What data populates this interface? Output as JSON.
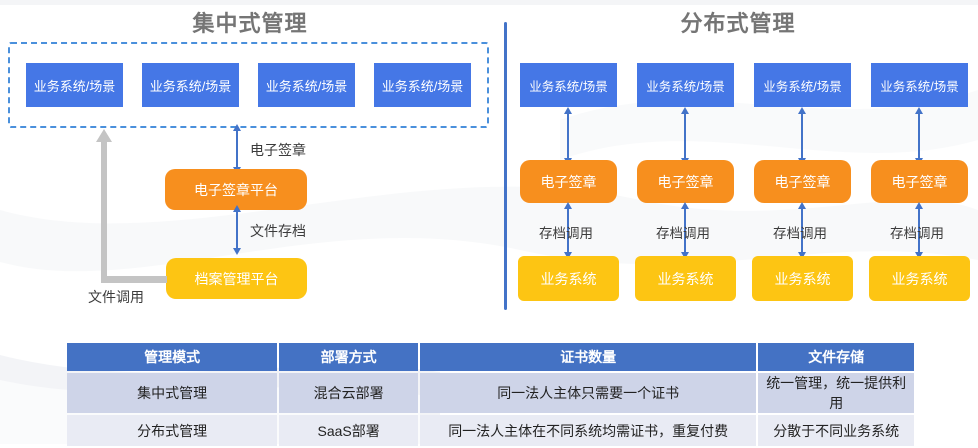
{
  "left": {
    "title": "集中式管理",
    "scenario_boxes": [
      "业务系统/场景",
      "业务系统/场景",
      "业务系统/场景",
      "业务系统/场景"
    ],
    "esign_arrow_label": "电子签章",
    "esign_platform_label": "电子签章平台",
    "archive_arrow_label": "文件存档",
    "archive_platform_label": "档案管理平台",
    "file_call_label": "文件调用"
  },
  "right": {
    "title": "分布式管理",
    "columns": [
      {
        "scenario": "业务系统/场景",
        "esign": "电子签章",
        "archive_call": "存档调用",
        "system": "业务系统"
      },
      {
        "scenario": "业务系统/场景",
        "esign": "电子签章",
        "archive_call": "存档调用",
        "system": "业务系统"
      },
      {
        "scenario": "业务系统/场景",
        "esign": "电子签章",
        "archive_call": "存档调用",
        "system": "业务系统"
      },
      {
        "scenario": "业务系统/场景",
        "esign": "电子签章",
        "archive_call": "存档调用",
        "system": "业务系统"
      }
    ]
  },
  "table": {
    "headers": [
      "管理模式",
      "部署方式",
      "证书数量",
      "文件存储"
    ],
    "rows": [
      [
        "集中式管理",
        "混合云部署",
        "同一法人主体只需要一个证书",
        "统一管理，统一提供利用"
      ],
      [
        "分布式管理",
        "SaaS部署",
        "同一法人主体在不同系统均需证书，重复付费",
        "分散于不同业务系统"
      ]
    ]
  },
  "colors": {
    "box_blue": "#4577e6",
    "box_orange": "#f78f1e",
    "box_yellow": "#fdc513",
    "arrow_blue": "#4373c8",
    "arrow_gray": "#c4c4c4",
    "dashed_border_blue": "#4a90dc",
    "divider_blue": "#4373c8",
    "table_header_blue": "#4472c4",
    "table_row1_bg": "#ced4e8",
    "table_row2_bg": "#e9ebf4",
    "title_gray": "#757575"
  }
}
